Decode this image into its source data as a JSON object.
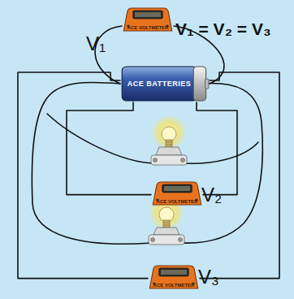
{
  "diagram": {
    "nodes": [
      {
        "text": [
          "ACE VOLTMETER",
          "V₁"
        ]
      },
      {
        "text": [
          "ACE BATTERIES"
        ]
      },
      {
        "text": [
          "ACE VOLTMETER",
          "V₂"
        ]
      },
      {
        "text": [
          "ACE VOLTMETER",
          "V₃"
        ]
      }
    ],
    "edges": [
      {
        "from": 0,
        "to": 1,
        "arrow": "none"
      },
      {
        "from": 2,
        "to": 1,
        "arrow": "none"
      },
      {
        "from": 3,
        "to": 1,
        "arrow": "none"
      }
    ],
    "labels": [
      "V₁ = V₂ = V₃"
    ]
  }
}
